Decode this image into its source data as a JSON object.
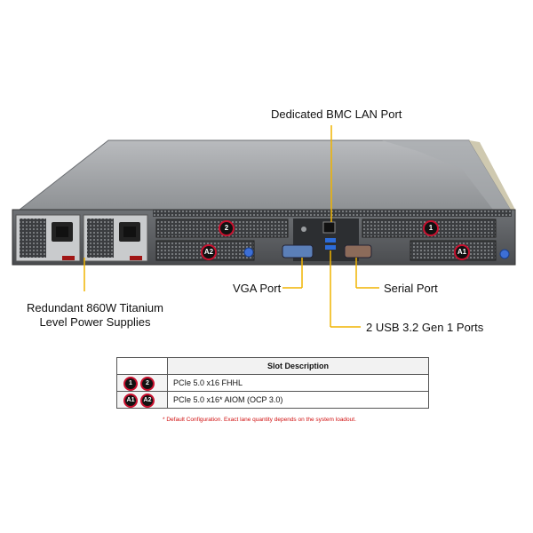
{
  "callouts": {
    "bmc": "Dedicated BMC LAN Port",
    "psu_line1": "Redundant 860W Titanium",
    "psu_line2": "Level Power Supplies",
    "vga": "VGA Port",
    "serial": "Serial Port",
    "usb": "2 USB 3.2 Gen 1 Ports"
  },
  "badges": {
    "slot1": "1",
    "slot2": "2",
    "slotA1": "A1",
    "slotA2": "A2"
  },
  "table": {
    "header": "Slot Description",
    "rows": [
      {
        "badges": [
          "1",
          "2"
        ],
        "description": "PCIe 5.0 x16 FHHL"
      },
      {
        "badges": [
          "A1",
          "A2"
        ],
        "description": "PCIe 5.0 x16* AIOM (OCP 3.0)"
      }
    ]
  },
  "footnote": "* Default Configuration. Exact lane quantity depends on the system loadout.",
  "colors": {
    "leader": "#f0b400",
    "badge_ring": "#c8102e",
    "footnote": "#d01010"
  }
}
